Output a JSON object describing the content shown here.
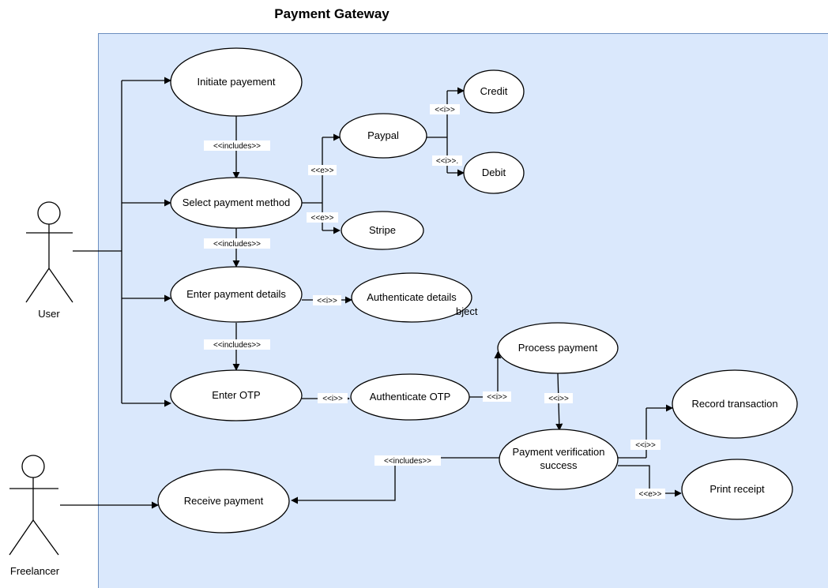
{
  "title": "Payment Gateway",
  "actors": {
    "user": "User",
    "freelancer": "Freelancer"
  },
  "use_cases": {
    "initiate_payment": "Initiate payement",
    "select_payment_method": "Select payment method",
    "enter_payment_details": "Enter payment details",
    "enter_otp": "Enter OTP",
    "receive_payment": "Receive payment",
    "paypal": "Paypal",
    "stripe": "Stripe",
    "credit": "Credit",
    "debit": "Debit",
    "authenticate_details": "Authenticate details",
    "authenticate_otp": "Authenticate OTP",
    "process_payment": "Process payment",
    "payment_verification_line1": "Payment verification",
    "payment_verification_line2": "success",
    "record_transaction": "Record transaction",
    "print_receipt": "Print receipt"
  },
  "edge_labels": {
    "includes_1": "<<includes>>",
    "includes_2": "<<includes>>",
    "includes_3": "<<includes>>",
    "includes_4": "<<includes>>",
    "e_paypal": "<<e>>",
    "e_stripe": "<<e>>",
    "i_credit": "<<i>>",
    "i_debit": "<<i>>.",
    "i_auth_details": "<<i>>",
    "i_auth_otp": "<<i>>",
    "i_process": "<<i>>",
    "i_verify": "<<i>>",
    "i_record": "<<i>>",
    "e_print": "<<e>>"
  },
  "stray_text": "bject",
  "colors": {
    "boundary_fill": "#dae8fc",
    "boundary_stroke": "#6c8ebf",
    "use_case_fill": "#ffffff",
    "line": "#000000"
  }
}
